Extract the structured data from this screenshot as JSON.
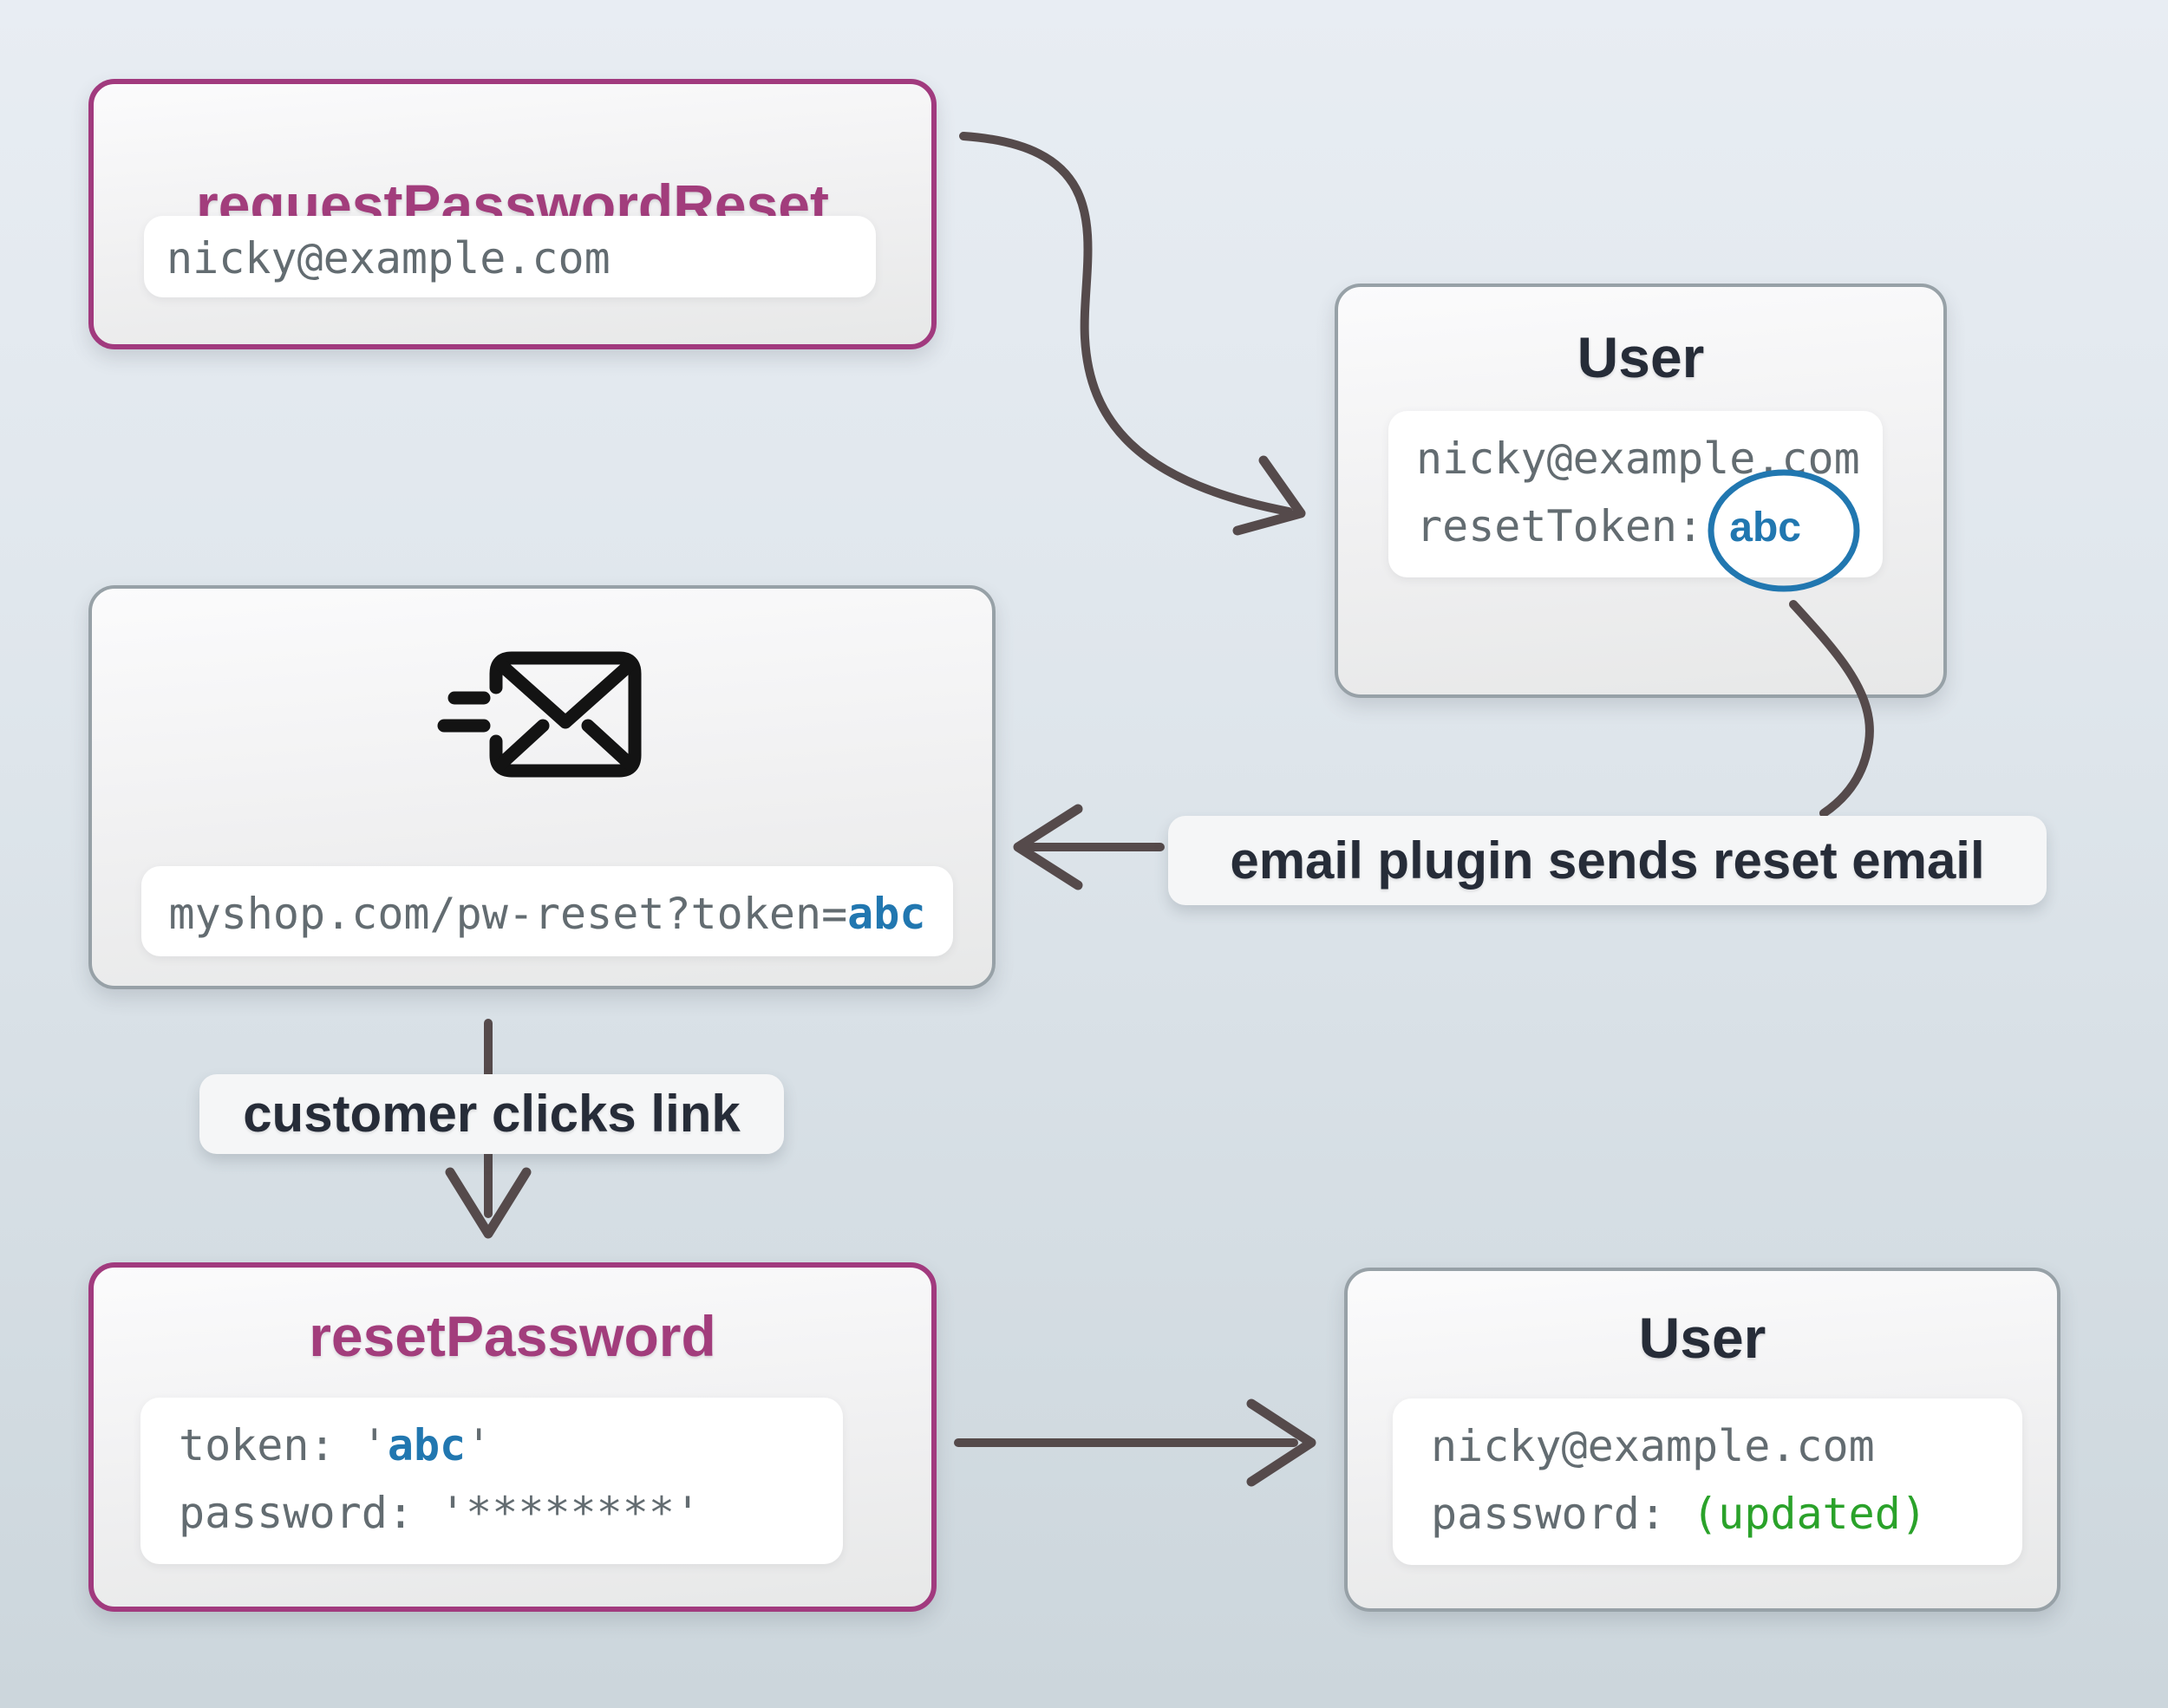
{
  "request_box": {
    "title": "requestPasswordReset",
    "email": "nicky@example.com"
  },
  "user_top_box": {
    "title": "User",
    "email": "nicky@example.com",
    "token_label": "resetToken:",
    "token_value": "abc"
  },
  "email_box": {
    "icon": "email-send-icon",
    "url_prefix": "myshop.com/pw-reset?token=",
    "url_token": "abc"
  },
  "flow_labels": {
    "email_plugin": "email plugin sends reset email",
    "customer_clicks": "customer clicks link"
  },
  "reset_box": {
    "title": "resetPassword",
    "token_label": "token:",
    "quote": "'",
    "token_value": "abc",
    "password_label": "password:",
    "password_value": "'********'"
  },
  "user_bottom_box": {
    "title": "User",
    "email": "nicky@example.com",
    "password_label": "password:",
    "password_value": "(updated)"
  },
  "colors": {
    "magenta": "#a23d7c",
    "dark_text": "#262c38",
    "code_gray": "#636c71",
    "token_blue": "#2177b0",
    "updated_green": "#2aa22a",
    "arrow": "#554a4b",
    "gray_border": "#97a1a7"
  }
}
